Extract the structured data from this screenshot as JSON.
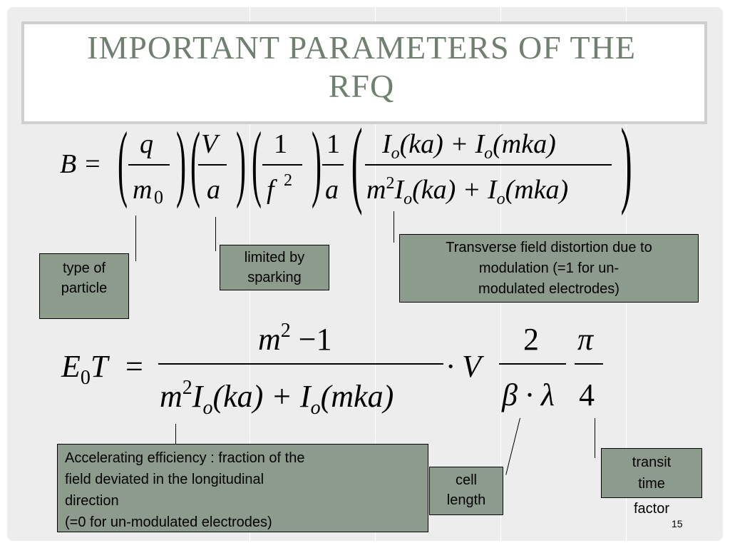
{
  "slide": {
    "title_line1": "IMPORTANT PARAMETERS OF THE",
    "title_line2": "RFQ",
    "page_number": "15"
  },
  "equation_b": {
    "lhs": "B =",
    "q": "q",
    "m0": "m",
    "m0_sub": "0",
    "V": "V",
    "a1": "a",
    "one1": "1",
    "f2": "f",
    "f2_sup": "2",
    "one2": "1",
    "a2": "a",
    "num": "I",
    "num_sub": "o",
    "num_rest1": "(ka) + ",
    "num_i2": "I",
    "num_sub2": "o",
    "num_rest2": "(mka)",
    "den_m": "m",
    "den_sup": "2",
    "den_i": "I",
    "den_sub": "o",
    "den_rest1": "(ka) + ",
    "den_i2": "I",
    "den_sub2": "o",
    "den_rest2": "(mka)"
  },
  "equation_e": {
    "lhs_e": "E",
    "lhs_sub": "0",
    "lhs_t": "T",
    "eq": "=",
    "num_m": "m",
    "num_sup": "2",
    "num_rest": " −1",
    "den_m": "m",
    "den_sup": "2",
    "den_i": "I",
    "den_sub": "o",
    "den_rest1": "(ka) + ",
    "den_i2": "I",
    "den_sub2": "o",
    "den_rest2": "(mka)",
    "dot_v": "· V",
    "two": "2",
    "beta_lambda": "β · λ",
    "pi": "π",
    "four": "4"
  },
  "callouts": {
    "particle_line1": "type of",
    "particle_line2": "particle",
    "sparking_line1": "limited by",
    "sparking_line2": "sparking",
    "transverse_line1": "Transverse field distortion due to",
    "transverse_line2": "modulation (=1 for un-",
    "transverse_line3": "modulated electrodes)",
    "accel_line1": "Accelerating efficiency : fraction of the",
    "accel_line2": "field deviated in the longitudinal",
    "accel_line3": "direction",
    "accel_line4": "(=0 for un-modulated electrodes)",
    "cell_line1": "cell",
    "cell_line2": "length",
    "transit_line1": "transit",
    "transit_line2": "time",
    "transit_line3": "factor"
  },
  "colors": {
    "title": "#6f7f70",
    "callout_fill": "#8d9b8d",
    "background": "#ededed"
  }
}
